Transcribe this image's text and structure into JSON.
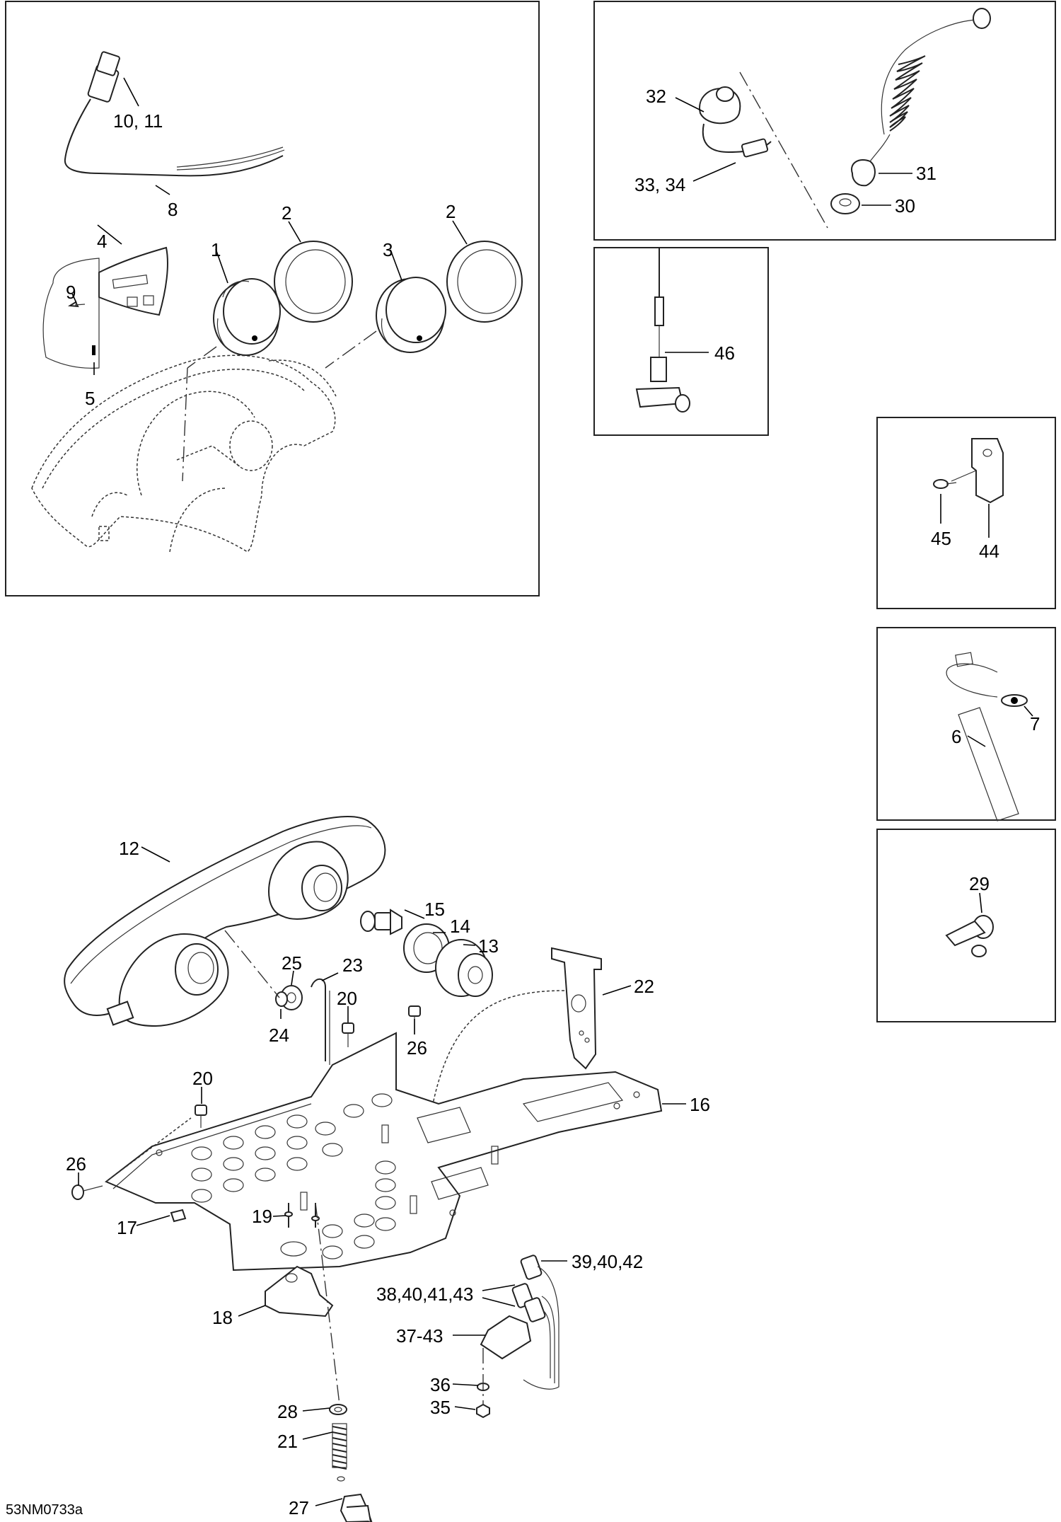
{
  "reference_code": "53NM0733a",
  "labels": {
    "l1": "1",
    "l2a": "2",
    "l2b": "2",
    "l3": "3",
    "l4": "4",
    "l5": "5",
    "l6": "6",
    "l7": "7",
    "l8": "8",
    "l9": "9",
    "l10_11": "10, 11",
    "l12": "12",
    "l13": "13",
    "l14": "14",
    "l15": "15",
    "l16": "16",
    "l17": "17",
    "l18": "18",
    "l19": "19",
    "l20a": "20",
    "l20b": "20",
    "l21": "21",
    "l22": "22",
    "l23": "23",
    "l24": "24",
    "l25": "25",
    "l26a": "26",
    "l26b": "26",
    "l27": "27",
    "l28": "28",
    "l29": "29",
    "l30": "30",
    "l31": "31",
    "l32": "32",
    "l33_34": "33, 34",
    "l35": "35",
    "l36": "36",
    "l37_43": "37-43",
    "l38_43": "38,40,41,43",
    "l39_42": "39,40,42",
    "l44": "44",
    "l45": "45",
    "l46": "46"
  }
}
